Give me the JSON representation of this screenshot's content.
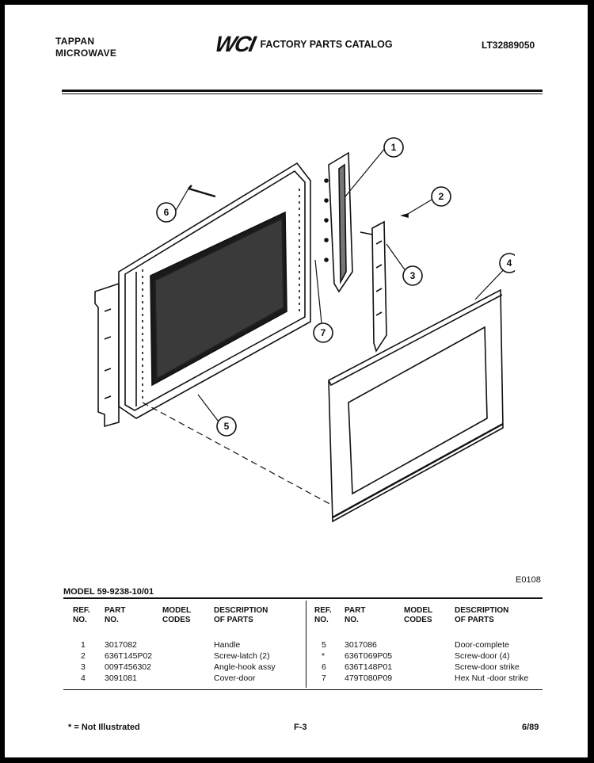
{
  "header": {
    "brand_line1": "TAPPAN",
    "brand_line2": "MICROWAVE",
    "logo": "WCI",
    "catalog_title": "FACTORY PARTS CATALOG",
    "doc_number": "LT32889050"
  },
  "diagram": {
    "callouts": [
      "1",
      "2",
      "3",
      "4",
      "5",
      "6",
      "7"
    ],
    "image_code": "E0108"
  },
  "model_label": "MODEL 59-9238-10/01",
  "table": {
    "headers": {
      "ref_no_1": "REF.",
      "ref_no_2": "NO.",
      "part_no_1": "PART",
      "part_no_2": "NO.",
      "model_codes_1": "MODEL",
      "model_codes_2": "CODES",
      "desc_1": "DESCRIPTION",
      "desc_2": "OF PARTS"
    },
    "left_rows": [
      {
        "ref": "1",
        "part": "3017082",
        "desc": "Handle"
      },
      {
        "ref": "2",
        "part": "636T145P02",
        "desc": "Screw-latch (2)"
      },
      {
        "ref": "3",
        "part": "009T456302",
        "desc": "Angle-hook assy"
      },
      {
        "ref": "4",
        "part": "3091081",
        "desc": "Cover-door"
      }
    ],
    "right_rows": [
      {
        "ref": "5",
        "part": "3017086",
        "desc": "Door-complete"
      },
      {
        "ref": "*",
        "part": "636T069P05",
        "desc": "Screw-door (4)"
      },
      {
        "ref": "6",
        "part": "636T148P01",
        "desc": "Screw-door strike"
      },
      {
        "ref": "7",
        "part": "479T080P09",
        "desc": "Hex Nut -door strike"
      }
    ]
  },
  "footer": {
    "note": "* = Not Illustrated",
    "page": "F-3",
    "date": "6/89"
  }
}
